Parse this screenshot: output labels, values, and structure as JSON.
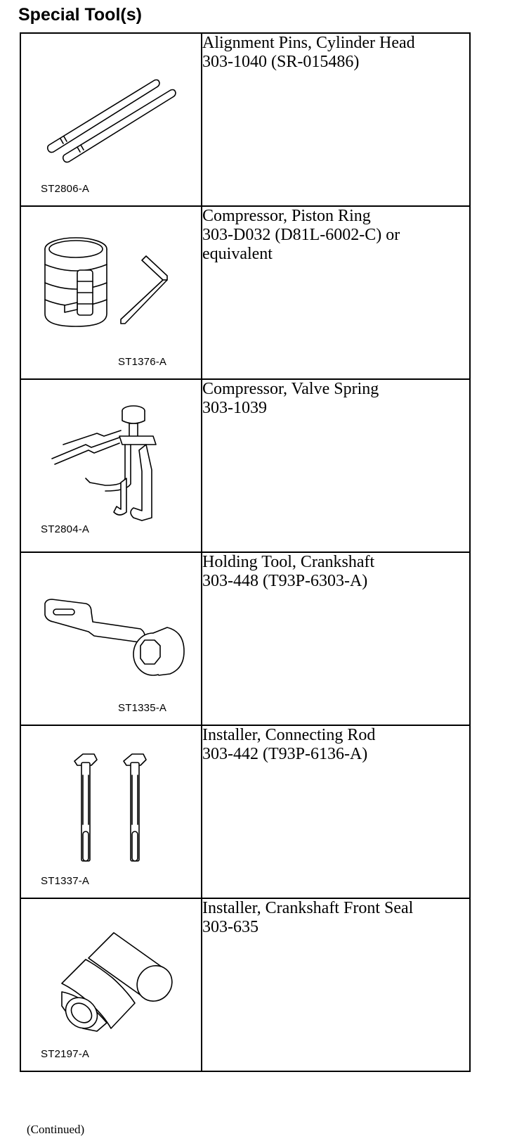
{
  "header": {
    "title": "Special Tool(s)"
  },
  "tools": [
    {
      "code": "ST2806-A",
      "name": "Alignment Pins, Cylinder Head",
      "lines": [
        "Alignment Pins, Cylinder Head",
        "303-1040 (SR-015486)"
      ]
    },
    {
      "code": "ST1376-A",
      "name": "Compressor, Piston Ring",
      "lines": [
        "Compressor, Piston Ring",
        "303-D032 (D81L-6002-C) or",
        "equivalent"
      ]
    },
    {
      "code": "ST2804-A",
      "name": "Compressor, Valve Spring",
      "lines": [
        "Compressor, Valve Spring",
        "303-1039"
      ]
    },
    {
      "code": "ST1335-A",
      "name": "Holding Tool, Crankshaft",
      "lines": [
        "Holding Tool, Crankshaft",
        "303-448 (T93P-6303-A)"
      ]
    },
    {
      "code": "ST1337-A",
      "name": "Installer, Connecting Rod",
      "lines": [
        "Installer, Connecting Rod",
        "303-442 (T93P-6136-A)"
      ]
    },
    {
      "code": "ST2197-A",
      "name": "Installer, Crankshaft Front Seal",
      "lines": [
        "Installer, Crankshaft Front Seal",
        "303-635"
      ]
    }
  ],
  "footer": {
    "continued": "(Continued)"
  }
}
